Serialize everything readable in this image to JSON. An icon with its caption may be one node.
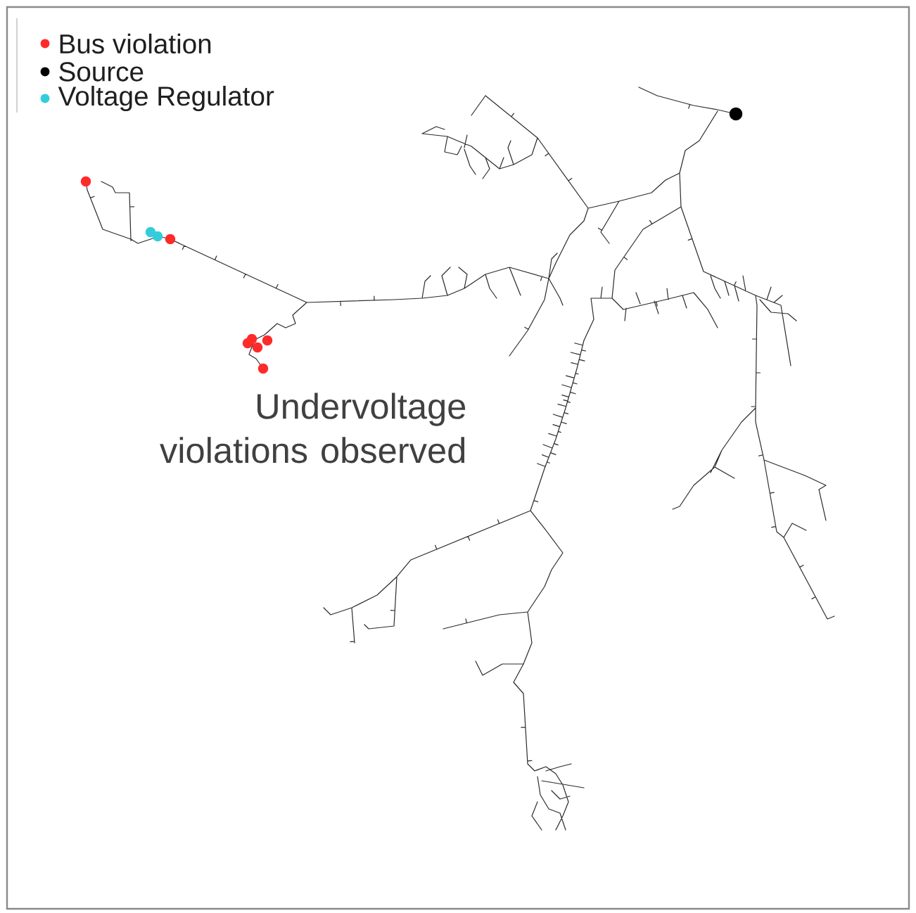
{
  "diagram": {
    "labels": [
      "Undervoltage violations observed"
    ],
    "legend": [
      {
        "text": "Bus violation",
        "color": "#ff2a2a"
      },
      {
        "text": "Source",
        "color": "#000000"
      },
      {
        "text": "Voltage Regulator",
        "color": "#33ccdd"
      }
    ]
  }
}
